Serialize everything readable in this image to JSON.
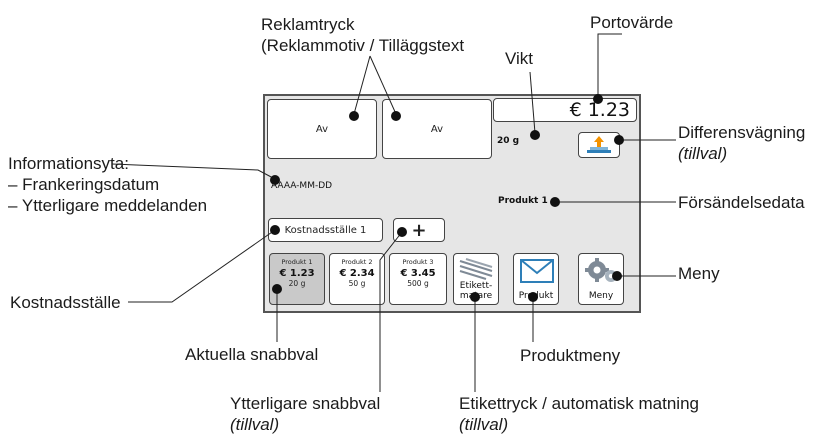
{
  "callouts": {
    "reklamtryck_line1": "Reklamtryck",
    "reklamtryck_line2": "(Reklammotiv / Tilläggstext",
    "vikt": "Vikt",
    "portovarde": "Portovärde",
    "differensvagning": "Differensvägning",
    "differensvagning_sub": "(tillval)",
    "information_title": "Informationsyta:",
    "information_item1": "– Frankeringsdatum",
    "information_item2": "– Ytterligare meddelanden",
    "forsandelsedata": "Försändelsedata",
    "kostnadsstalle": "Kostnadsställe",
    "meny": "Meny",
    "aktuella_snabbval": "Aktuella snabbval",
    "produktmeny": "Produktmeny",
    "ytterligare_snabbval": "Ytterligare snabbval",
    "ytterligare_snabbval_sub": "(tillval)",
    "etikettryck": "Etikettryck / automatisk matning",
    "etikettryck_sub": "(tillval)"
  },
  "screen": {
    "ad_button_1": "Av",
    "ad_button_2": "Av",
    "postage_value": "€ 1.23",
    "weight": "20 g",
    "date_placeholder": "AAAA-MM-DD",
    "product": "Produkt 1",
    "cost_center": "Kostnadsställe 1",
    "add_label": "+",
    "quick_buttons": [
      {
        "name": "Produkt 1",
        "price": "€ 1.23",
        "weight": "20 g"
      },
      {
        "name": "Produkt 2",
        "price": "€ 2.34",
        "weight": "50 g"
      },
      {
        "name": "Produkt 3",
        "price": "€ 3.45",
        "weight": "500 g"
      }
    ],
    "label_button": "Etikett-\nmatare",
    "product_button": "Produkt",
    "menu_button": "Meny"
  },
  "icons": {
    "differential_weighing": "scale-arrow-up-icon",
    "label_feeder": "label-stack-icon",
    "product_menu": "envelope-icon",
    "menu": "gears-icon"
  },
  "colors": {
    "screen_bg": "#e6e6e6",
    "accent_orange": "#f39200",
    "accent_blue": "#2e7fb8",
    "icon_gray": "#7f8a96"
  }
}
